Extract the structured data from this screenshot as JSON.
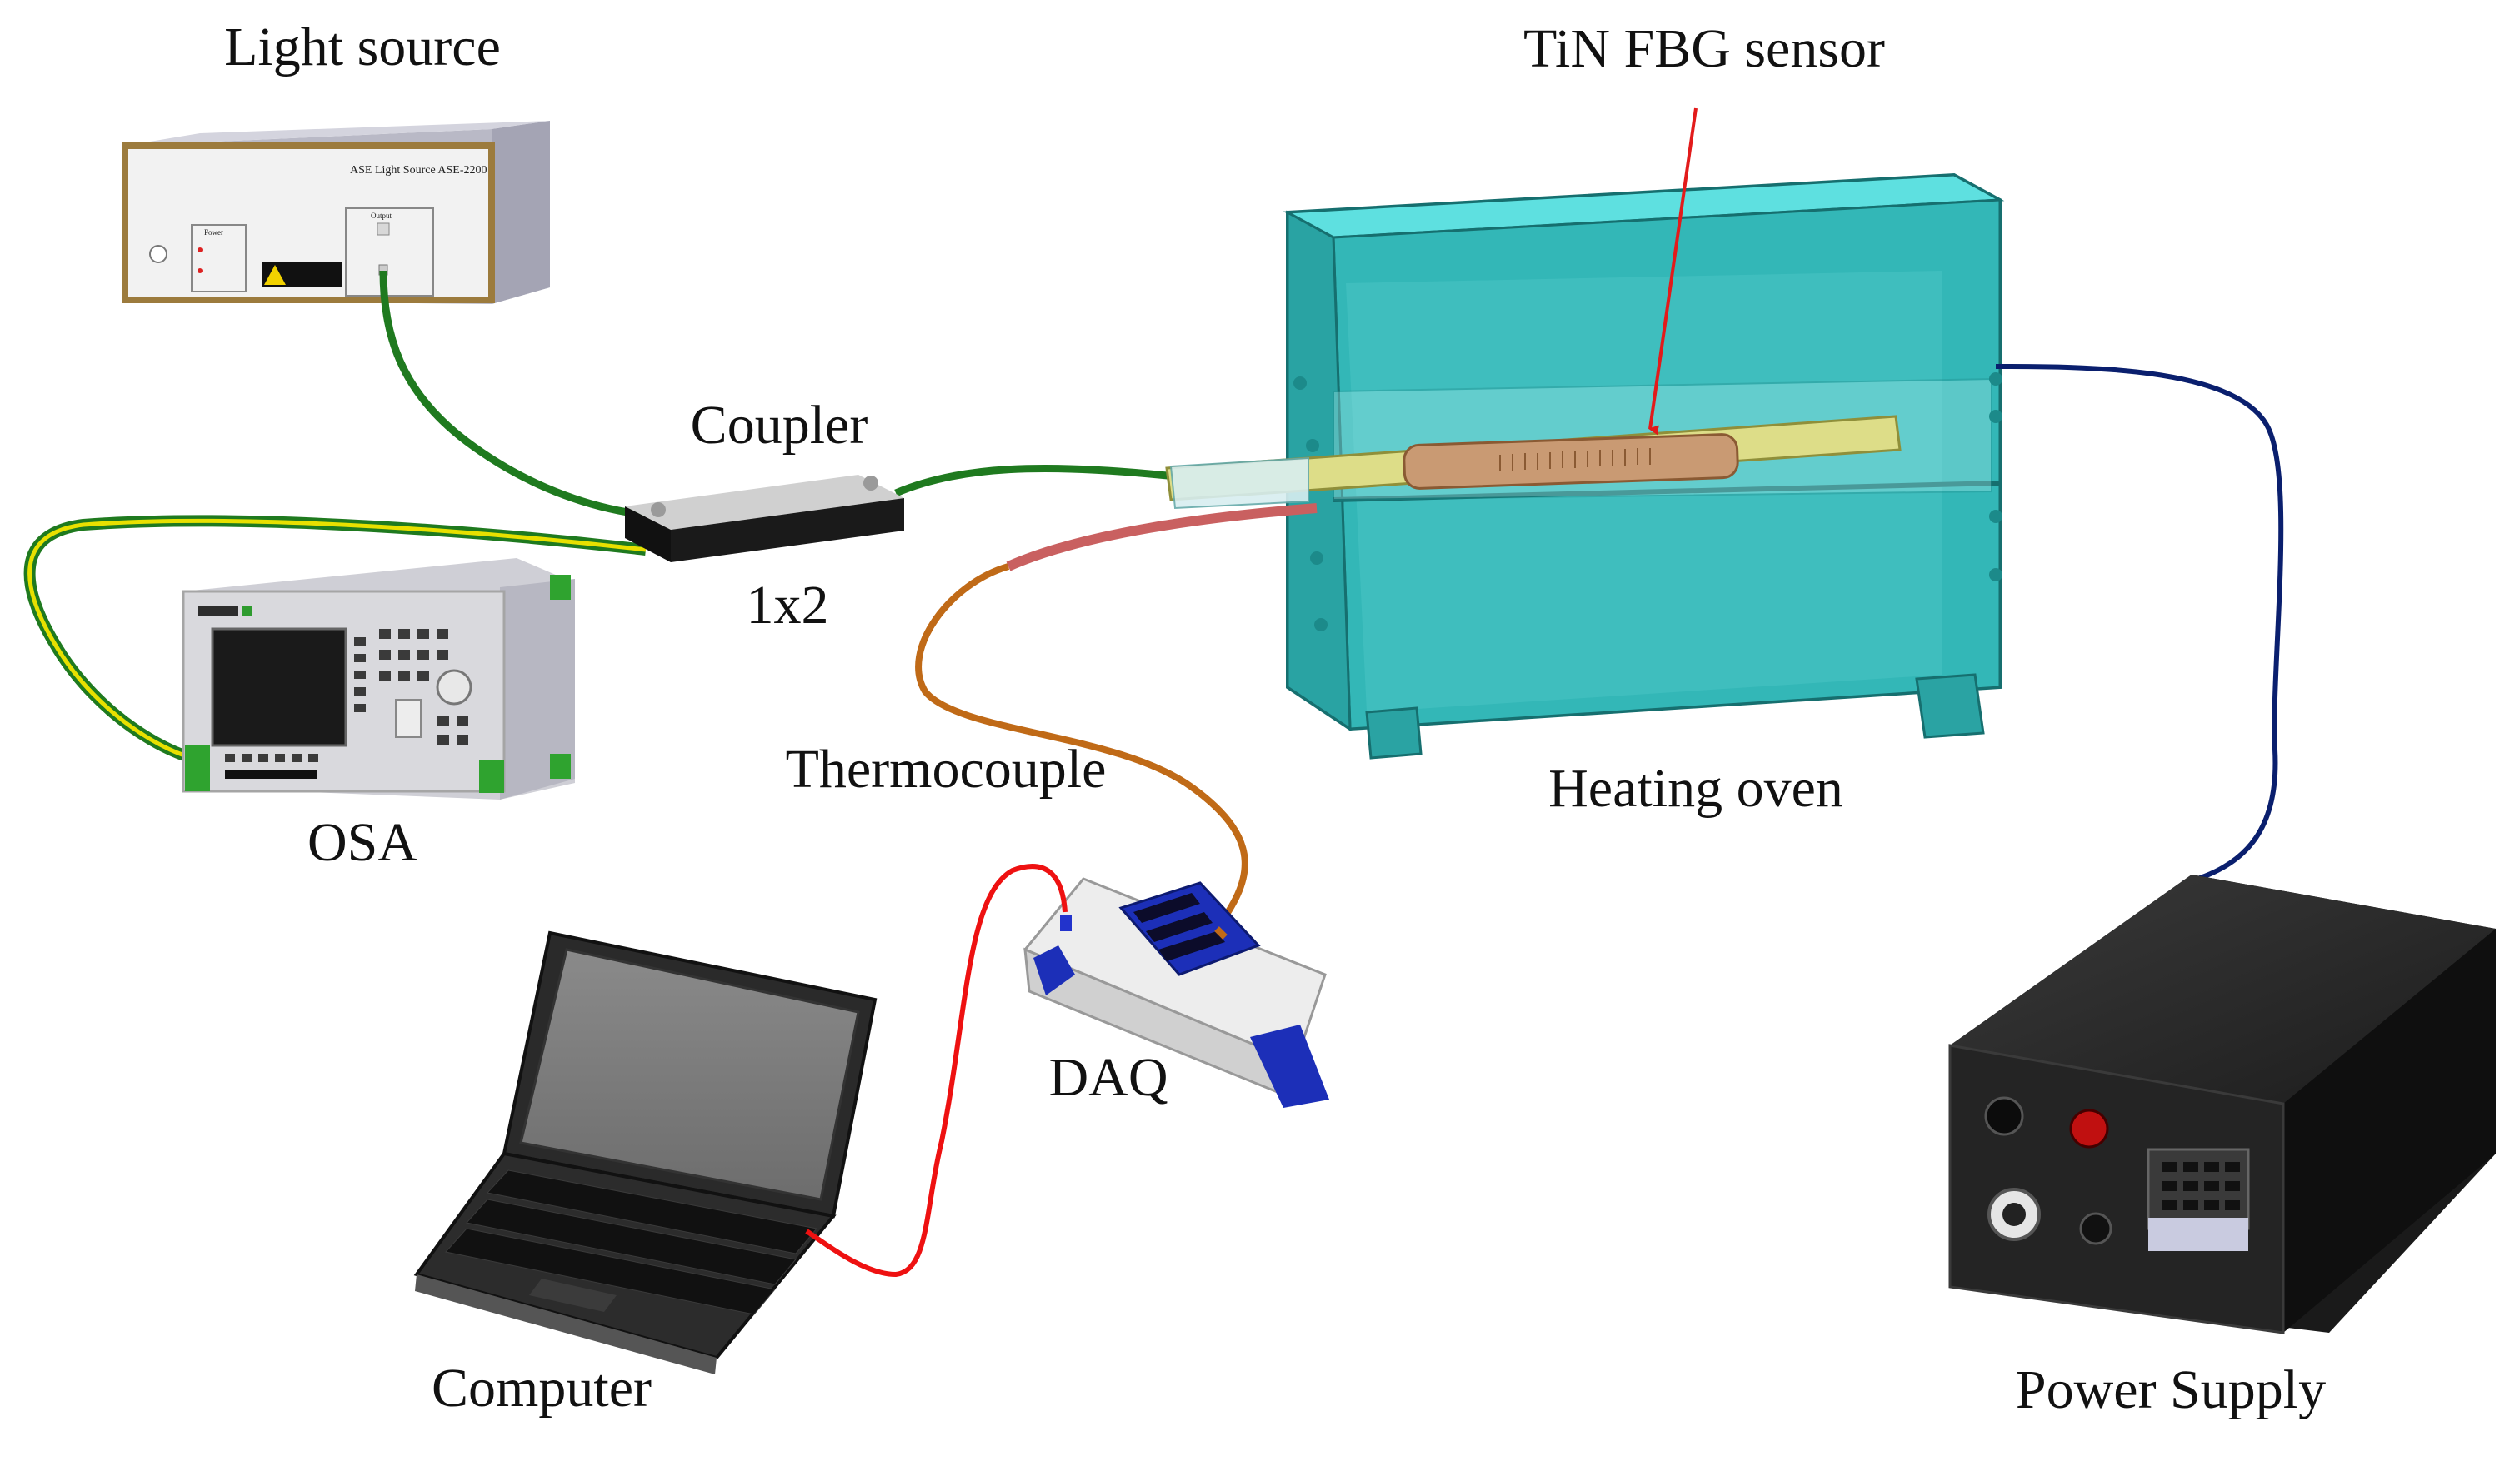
{
  "labels": {
    "light_source": "Light source",
    "sensor": "TiN FBG sensor",
    "coupler": "Coupler",
    "coupler_ratio": "1x2",
    "osa": "OSA",
    "thermocouple": "Thermocouple",
    "heating_oven": "Heating oven",
    "daq": "DAQ",
    "computer": "Computer",
    "power_supply": "Power Supply"
  },
  "device_text": {
    "light_source_panel": "ASE Light Source    ASE-2200",
    "light_source_output": "Output",
    "light_source_power": "Power"
  },
  "colors": {
    "fiber_green": "#1f7a1f",
    "fiber_yellow": "#e8e000",
    "thermocouple_wire": "#c06a17",
    "usb_cable": "#ee1111",
    "power_cable": "#0a1f6e",
    "oven_body": "#3cc8c8",
    "pointer_arrow": "#e21b1b",
    "power_supply_body": "#1a1a1a",
    "daq_accent": "#1c2fb8"
  }
}
